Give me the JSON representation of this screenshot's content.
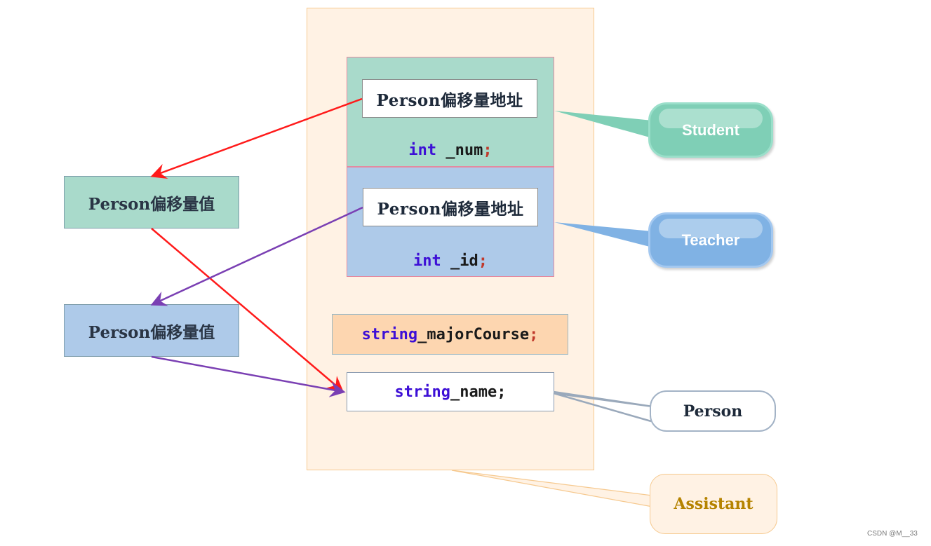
{
  "assistant_block": {
    "student_part": {
      "offset_label": "Person偏移量地址",
      "member_type": "int",
      "member_name": " _num",
      "terminator": ";"
    },
    "teacher_part": {
      "offset_label": "Person偏移量地址",
      "member_type": "int",
      "member_name": " _id",
      "terminator": ";"
    },
    "major_course": {
      "member_type": "string",
      "member_name": " _majorCourse",
      "terminator": ";"
    },
    "name_member": {
      "member_type": "string",
      "member_name": " _name;"
    }
  },
  "offset_values": [
    {
      "label": "Person偏移量值"
    },
    {
      "label": "Person偏移量值"
    }
  ],
  "callouts": {
    "student": "Student",
    "teacher": "Teacher",
    "person": "Person",
    "assistant": "Assistant"
  },
  "arrows": {
    "student_color": "#ff1a1a",
    "teacher_color": "#7a3fb3"
  },
  "watermark": "CSDN @M__33"
}
